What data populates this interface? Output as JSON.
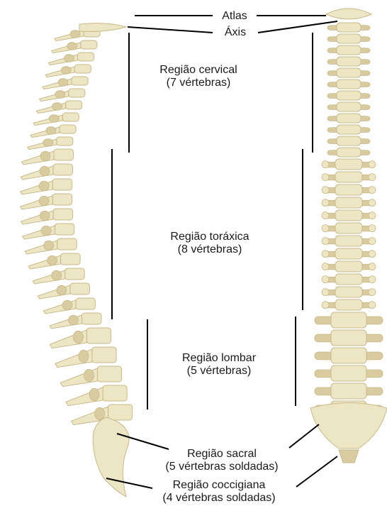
{
  "labels": {
    "atlas": "Atlas",
    "axis": "Áxis",
    "cervical": {
      "name": "Região cervical",
      "count": "(7 vértebras)"
    },
    "toracica": {
      "name": "Região toráxica",
      "count": "(8 vértebras)"
    },
    "lombar": {
      "name": "Região lombar",
      "count": "(5 vértebras)"
    },
    "sacral": {
      "name": "Região sacral",
      "count": "(5 vértebras soldadas)"
    },
    "coccigiana": {
      "name": "Região coccigiana",
      "count": "(4 vértebras soldadas)"
    }
  },
  "colors": {
    "bone": "#ede6c4",
    "bone_edge": "#c9b98a",
    "bone_shadow": "#d8cca0",
    "line": "#000000"
  }
}
